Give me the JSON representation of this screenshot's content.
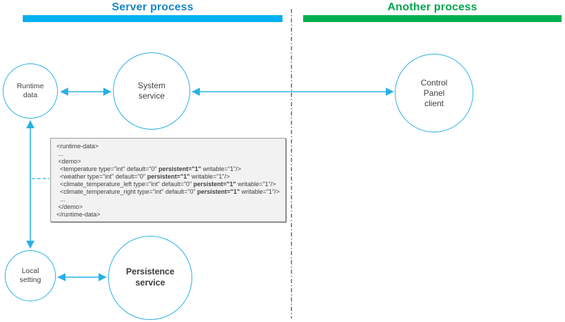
{
  "header": {
    "server_process": {
      "label": "Server process",
      "text_color": "#1786c6",
      "bar_color": "#00b0f0"
    },
    "another_process": {
      "label": "Another process",
      "text_color": "#00a54c",
      "bar_color": "#00b050"
    }
  },
  "diagram": {
    "shape_stroke_color": "#29b0e5",
    "divider_color": "#44546a",
    "circles": {
      "runtime_data": {
        "label": "Runtime\ndata"
      },
      "system_service": {
        "label": "System\nservice"
      },
      "control_panel_client": {
        "label": "Control\nPanel\nclient"
      },
      "local_setting": {
        "label": "Local\nsetting"
      },
      "persistence_service": {
        "label": "Persistence\nservice"
      }
    }
  },
  "code_box": {
    "lines": [
      {
        "pre": "<runtime-data>"
      },
      {
        "pre": " ..."
      },
      {
        "pre": " <demo>"
      },
      {
        "pre": "  <temperature type=\"int\" default=\"0\" ",
        "bold": "persistent=\"1\"",
        "post": " writable=\"1\"/>"
      },
      {
        "pre": "  <weather type=\"int\" default=\"0\" ",
        "bold": "persistent=\"1\"",
        "post": " writable=\"1\"/>"
      },
      {
        "pre": "  <climate_temperature_left type=\"int\" default=\"0\" ",
        "bold": "persistent=\"1\"",
        "post": " writable=\"1\"/>"
      },
      {
        "pre": "  <climate_temperature_right type=\"int\" default=\"0\" ",
        "bold": "persistent=\"1\"",
        "post": " writable=\"1\"/>"
      },
      {
        "pre": "  ..."
      },
      {
        "pre": " </demo>"
      },
      {
        "pre": "</runtime-data>"
      }
    ]
  }
}
